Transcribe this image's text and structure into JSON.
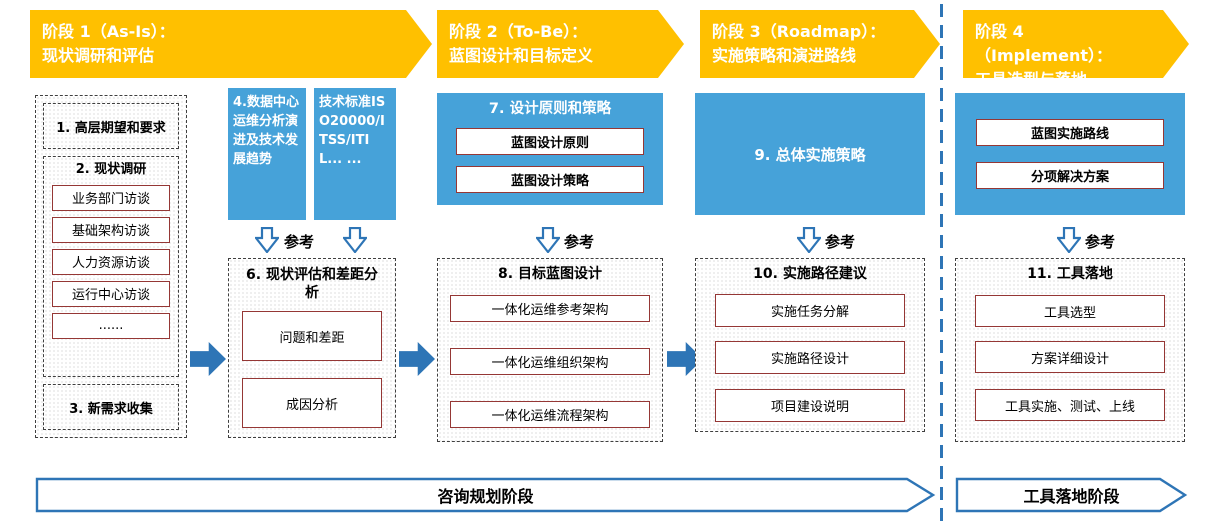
{
  "ref_label": "参考",
  "phases": [
    {
      "line1": "阶段 1（As-Is）：",
      "line2": "现状调研和评估"
    },
    {
      "line1": "阶段 2（To-Be）：",
      "line2": "蓝图设计和目标定义"
    },
    {
      "line1": "阶段 3（Roadmap）：",
      "line2": "实施策略和演进路线"
    },
    {
      "line1": "阶段 4（Implement）：",
      "line2": "工具选型与落地"
    }
  ],
  "asis": {
    "expectations": "1. 高层期望和要求",
    "survey_title": "2. 现状调研",
    "survey_items": [
      "业务部门访谈",
      "基础架构访谈",
      "人力资源访谈",
      "运行中心访谈",
      "......"
    ],
    "new_requirements": "3. 新需求收集"
  },
  "assessment": {
    "ref_trend": "4.数据中心运维分析演进及技术发展趋势",
    "ref_standard": "技术标准ISO20000/ITSS/ITIL... ...",
    "title": "6. 现状评估和差距分析",
    "items": [
      "问题和差距",
      "成因分析"
    ]
  },
  "design": {
    "principles_title": "7. 设计原则和策略",
    "principles_items": [
      "蓝图设计原则",
      "蓝图设计策略"
    ],
    "title": "8. 目标蓝图设计",
    "items": [
      "一体化运维参考架构",
      "一体化运维组织架构",
      "一体化运维流程架构"
    ]
  },
  "roadmap": {
    "strategy": "9. 总体实施策略",
    "title": "10. 实施路径建议",
    "items": [
      "实施任务分解",
      "实施路径设计",
      "项目建设说明"
    ]
  },
  "implement": {
    "plan_items": [
      "蓝图实施路线",
      "分项解决方案"
    ],
    "title": "11. 工具落地",
    "items": [
      "工具选型",
      "方案详细设计",
      "工具实施、测试、上线"
    ]
  },
  "footer": {
    "consulting": "咨询规划阶段",
    "tooling": "工具落地阶段"
  },
  "colors": {
    "orange": "#FFC000",
    "blue_fill": "#46A2D9",
    "arrow_blue": "#2E75B6",
    "maroon": "#953735"
  }
}
